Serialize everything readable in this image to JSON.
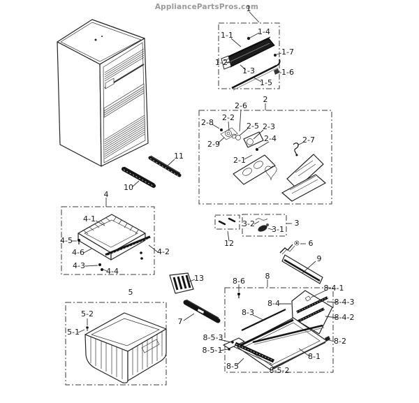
{
  "watermark": {
    "text": "AppliancePartsPros.com",
    "color": "#9a9a9a"
  },
  "diagram": {
    "type": "exploded-parts-diagram",
    "subject": "refrigerator freezer section",
    "accent_color": "#161616",
    "background_color": "#ffffff"
  },
  "callouts": {
    "c1": "1",
    "c1_1": "1-1",
    "c1_2": "1-2",
    "c1_3": "1-3",
    "c1_4": "1-4",
    "c1_5": "1-5",
    "c1_6": "1-6",
    "c1_7": "1-7",
    "c2": "2",
    "c2_1": "2-1",
    "c2_2": "2-2",
    "c2_3": "2-3",
    "c2_4": "2-4",
    "c2_5": "2-5",
    "c2_6": "2-6",
    "c2_7": "2-7",
    "c2_8": "2-8",
    "c2_9": "2-9",
    "c3": "3",
    "c3_1": "3-1",
    "c3_2": "3-2",
    "c4": "4",
    "c4_1": "4-1",
    "c4_2": "4-2",
    "c4_3": "4-3",
    "c4_4": "4-4",
    "c4_5": "4-5",
    "c4_6": "4-6",
    "c5": "5",
    "c5_1": "5-1",
    "c5_2": "5-2",
    "c6": "6",
    "c7": "7",
    "c8": "8",
    "c8_1": "8-1",
    "c8_2": "8-2",
    "c8_3": "8-3",
    "c8_4": "8-4",
    "c8_4_1": "8-4-1",
    "c8_4_2": "8-4-2",
    "c8_4_3": "8-4-3",
    "c8_5": "8-5",
    "c8_5_1": "8-5-1",
    "c8_5_2": "8-5-2",
    "c8_5_3": "8-5-3",
    "c8_6": "8-6",
    "c9": "9",
    "c10": "10",
    "c11": "11",
    "c12": "12",
    "c13": "13"
  }
}
